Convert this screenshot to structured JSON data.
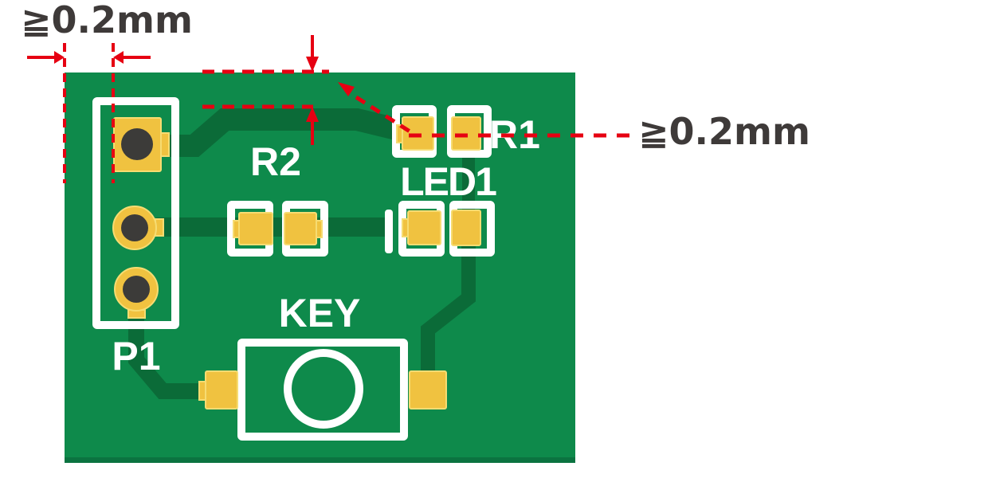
{
  "annotations": {
    "edge_clearance_left": {
      "value": "≧0.2mm"
    },
    "edge_clearance_right": {
      "value": "≧0.2mm"
    }
  },
  "pcb": {
    "silkscreen_labels": {
      "p1": "P1",
      "r2": "R2",
      "r1": "R1",
      "led1": "LED1",
      "key": "KEY"
    }
  },
  "colors": {
    "board_green": "#0E8A4B",
    "board_bottom_edge": "#0B7340",
    "copper_trace": "#0B6B38",
    "pad_gold": "#F0C240",
    "pad_highlight": "#F6DC72",
    "drill_hole": "#3C3B39",
    "silkscreen_white": "#FFFFFF",
    "annotation_red": "#E60012",
    "annotation_text": "#3E3A39"
  }
}
